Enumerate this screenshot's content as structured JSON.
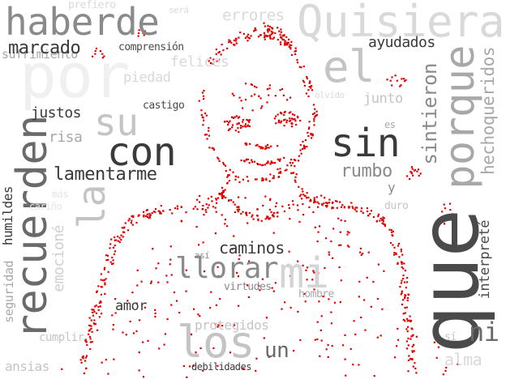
{
  "palette": {
    "background": "#ffffff",
    "dots": "#e00000",
    "tones": [
      "#d9d9d9",
      "#c4c4c4",
      "#a8a8a8",
      "#8a8a8a",
      "#6a6a6a",
      "#4a4a4a",
      "#3a3a3a"
    ]
  },
  "words": [
    "haberde",
    "Quisiera",
    "por",
    "que",
    "recuerden",
    "con",
    "sin",
    "el",
    "su",
    "los",
    "mi",
    "llorar",
    "la",
    "porque",
    "lamentarme",
    "marcado",
    "ayudados",
    "sintieron",
    "hechoqueridos",
    "caminos",
    "rumbo",
    "justos",
    "risa",
    "amor",
    "un",
    "ni",
    "alma",
    "sufrimiento",
    "humildes",
    "seguridad",
    "emocioné",
    "interpreté",
    "protegidos",
    "debilidades",
    "ansias",
    "cumplir",
    "virtudes",
    "hombre",
    "prefiero",
    "será",
    "errores",
    "comprensión",
    "felices",
    "piedad",
    "castigo",
    "olvido",
    "junto",
    "es",
    "más",
    "cariño",
    "duro",
    "y",
    "así",
    "sí"
  ]
}
